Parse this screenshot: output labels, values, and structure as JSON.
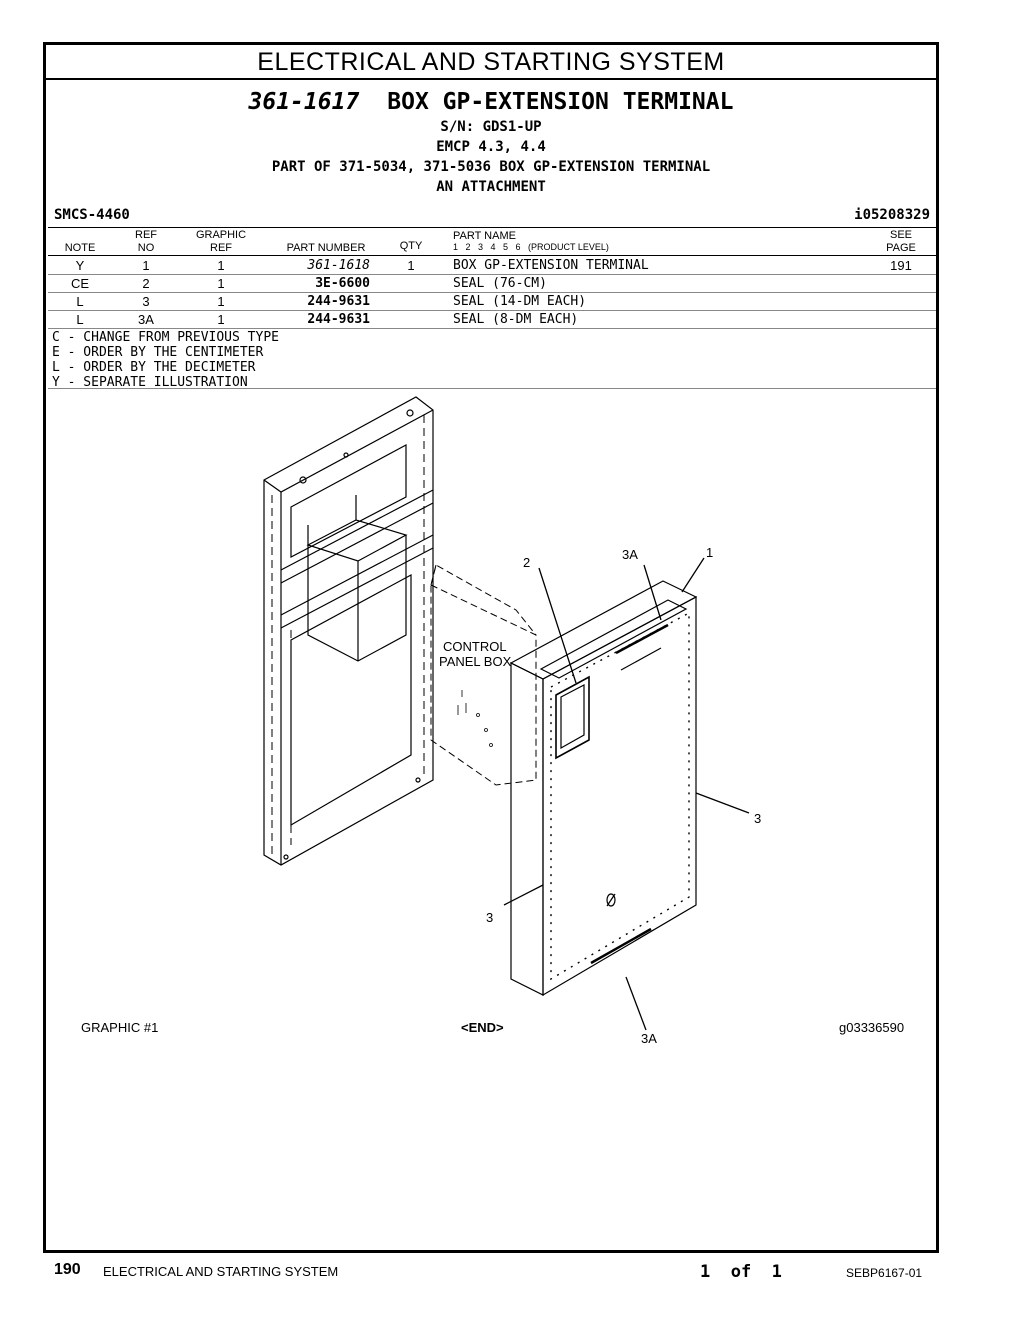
{
  "page_title": "ELECTRICAL AND STARTING SYSTEM",
  "header": {
    "part_number": "361-1617",
    "part_name": "BOX GP-EXTENSION TERMINAL",
    "serial": "S/N: GDS1-UP",
    "emcp": "EMCP 4.3, 4.4",
    "part_of": "PART OF 371-5034, 371-5036 BOX GP-EXTENSION TERMINAL",
    "attachment": "AN ATTACHMENT"
  },
  "smcs": "SMCS-4460",
  "illustration_id": "i05208329",
  "columns": {
    "note": "NOTE",
    "ref_top": "REF",
    "ref_bottom": "NO",
    "graphic_top": "GRAPHIC",
    "graphic_bottom": "REF",
    "part_number": "PART NUMBER",
    "qty": "QTY",
    "part_name": "PART NAME",
    "levels": "1   2   3   4   5   6   (PRODUCT LEVEL)",
    "see_top": "SEE",
    "see_bottom": "PAGE"
  },
  "rows": [
    {
      "note": "Y",
      "ref": "1",
      "graphic": "1",
      "part_number": "361-1618",
      "qty": "1",
      "name": "BOX GP-EXTENSION TERMINAL",
      "page": "191"
    },
    {
      "note": "CE",
      "ref": "2",
      "graphic": "1",
      "part_number": "3E-6600",
      "qty": "",
      "name": "SEAL (76-CM)",
      "page": ""
    },
    {
      "note": "L",
      "ref": "3",
      "graphic": "1",
      "part_number": "244-9631",
      "qty": "",
      "name": "SEAL (14-DM EACH)",
      "page": ""
    },
    {
      "note": "L",
      "ref": "3A",
      "graphic": "1",
      "part_number": "244-9631",
      "qty": "",
      "name": "SEAL (8-DM EACH)",
      "page": ""
    }
  ],
  "legend": [
    "C - CHANGE FROM PREVIOUS TYPE",
    "E - ORDER BY THE CENTIMETER",
    "L - ORDER BY THE DECIMETER",
    "Y - SEPARATE ILLUSTRATION"
  ],
  "drawing": {
    "callouts": {
      "c2": "2",
      "c3a_top": "3A",
      "c1": "1",
      "c3_right": "3",
      "c3_left": "3",
      "c3a_bottom": "3A"
    },
    "panel_label_1": "CONTROL",
    "panel_label_2": "PANEL BOX"
  },
  "graphic_label": "GRAPHIC #1",
  "end_marker": "<END>",
  "graphic_id": "g03336590",
  "footer": {
    "page_number": "190",
    "section": "ELECTRICAL AND STARTING SYSTEM",
    "page_of": "1  of  1",
    "doc_id": "SEBP6167-01"
  }
}
